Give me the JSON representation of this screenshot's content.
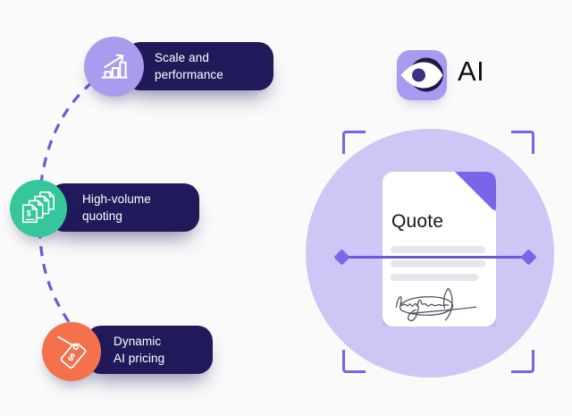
{
  "background_color": "#fbfafa",
  "features": {
    "pill_color": "#211a5a",
    "connector_color": "#6a5bd3",
    "items": [
      {
        "label_line1": "Scale and",
        "label_line2": "performance",
        "icon": "bar-chart-growth-icon",
        "circle_color": "#a89cee"
      },
      {
        "label_line1": "High-volume",
        "label_line2": "quoting",
        "icon": "money-documents-icon",
        "circle_color": "#36c69c"
      },
      {
        "label_line1": "Dynamic",
        "label_line2": "AI pricing",
        "icon": "price-tag-icon",
        "circle_color": "#f4714e"
      }
    ]
  },
  "ai_badge": {
    "label": "AI",
    "icon": "eye-icon",
    "badge_color": "#a89af0",
    "eye_circle_color": "#1e1848",
    "pupil_color": "#3e2f80"
  },
  "scan_area": {
    "document_title": "Quote",
    "circle_color": "#cec6f4",
    "frame_color": "#7b63e8",
    "scan_line_color": "#675ad6",
    "diamond_color": "#7b66ea",
    "fold_color": "#7a64e8",
    "doc_line_color": "#e7e5ec",
    "icons": [
      "document-icon",
      "signature-scribble-icon",
      "scan-line",
      "corner-brackets"
    ]
  }
}
